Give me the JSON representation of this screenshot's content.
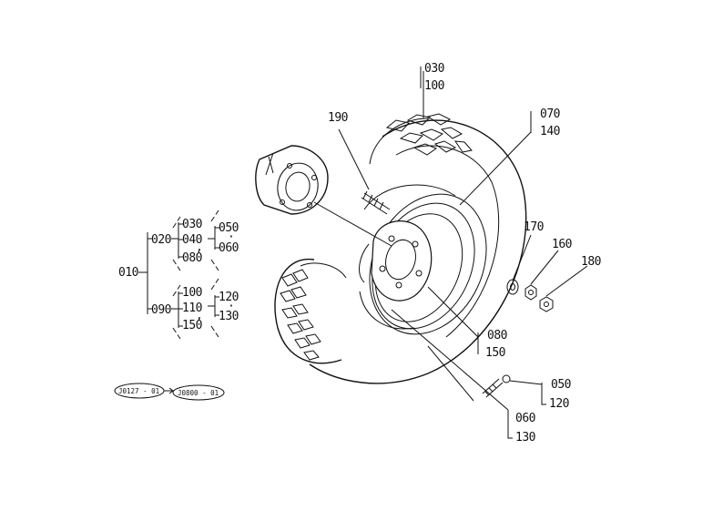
{
  "callouts": {
    "c030": "030",
    "c100": "100",
    "c070": "070",
    "c140": "140",
    "c190": "190",
    "c170": "170",
    "c160": "160",
    "c180": "180",
    "c080": "080",
    "c150": "150",
    "c050": "050",
    "c120": "120",
    "c060": "060",
    "c130": "130"
  },
  "tree": {
    "root": "010",
    "g1": "020",
    "g1a": "030",
    "g1b": "040",
    "g1c": "080",
    "g1x": "050",
    "g1y": "060",
    "g2": "090",
    "g2a": "100",
    "g2b": "110",
    "g2c": "150",
    "g2x": "120",
    "g2y": "130"
  },
  "refs": {
    "r1": "J0127 - 01",
    "r2": "J0800 - 01"
  }
}
